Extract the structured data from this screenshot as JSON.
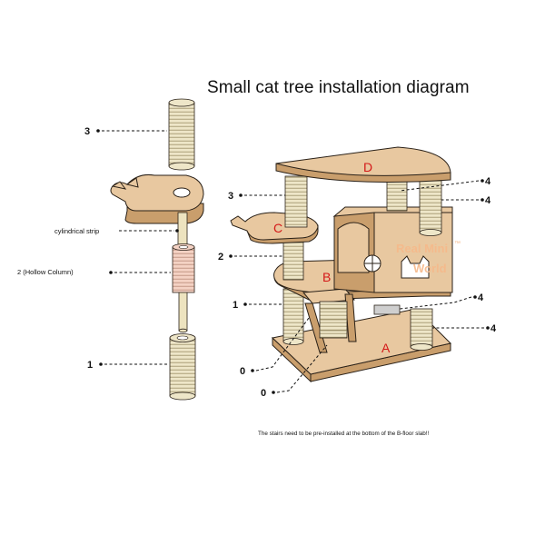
{
  "title": "Small cat tree installation diagram",
  "note": "The stairs need to be pre-installed at the bottom of the B-floor slab!!",
  "left_assembly": {
    "labels": {
      "top_post": "3",
      "strip": "cylindrical strip",
      "hollow": "2 (Hollow Column)",
      "bottom_post": "1"
    }
  },
  "right_assembly": {
    "platforms": {
      "a": "A",
      "b": "B",
      "c": "C",
      "d": "D"
    },
    "parts": {
      "post_3": "3",
      "post_2": "2",
      "post_1": "1",
      "stairs_0a": "0",
      "stairs_0b": "0",
      "post_4a": "4",
      "post_4b": "4",
      "post_4c": "4",
      "post_4d": "4"
    },
    "watermark": {
      "line1": "Real Mini",
      "tm": "™",
      "line2": "World"
    }
  },
  "colors": {
    "wood": "#e8c8a0",
    "rope": "#eee6c8",
    "letters": "#d41818",
    "watermark": "#f6b98a"
  }
}
